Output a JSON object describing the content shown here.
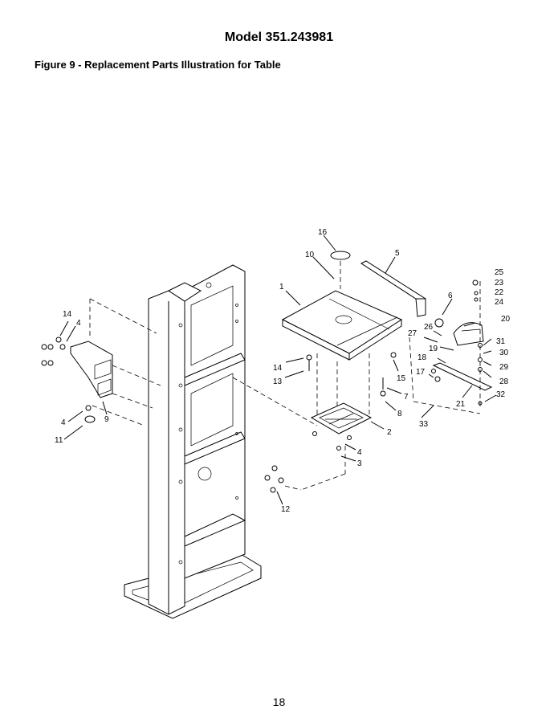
{
  "header": {
    "model": "Model 351.243981",
    "figure_title": "Figure 9 - Replacement Parts Illustration for Table"
  },
  "footer": {
    "page_number": "18"
  },
  "callouts": [
    "16",
    "10",
    "5",
    "1",
    "25",
    "23",
    "22",
    "24",
    "6",
    "20",
    "14",
    "4",
    "26",
    "27",
    "19",
    "31",
    "30",
    "29",
    "28",
    "18",
    "17",
    "21",
    "32",
    "33",
    "14",
    "13",
    "15",
    "7",
    "8",
    "2",
    "4",
    "3",
    "9",
    "4",
    "11",
    "12"
  ]
}
